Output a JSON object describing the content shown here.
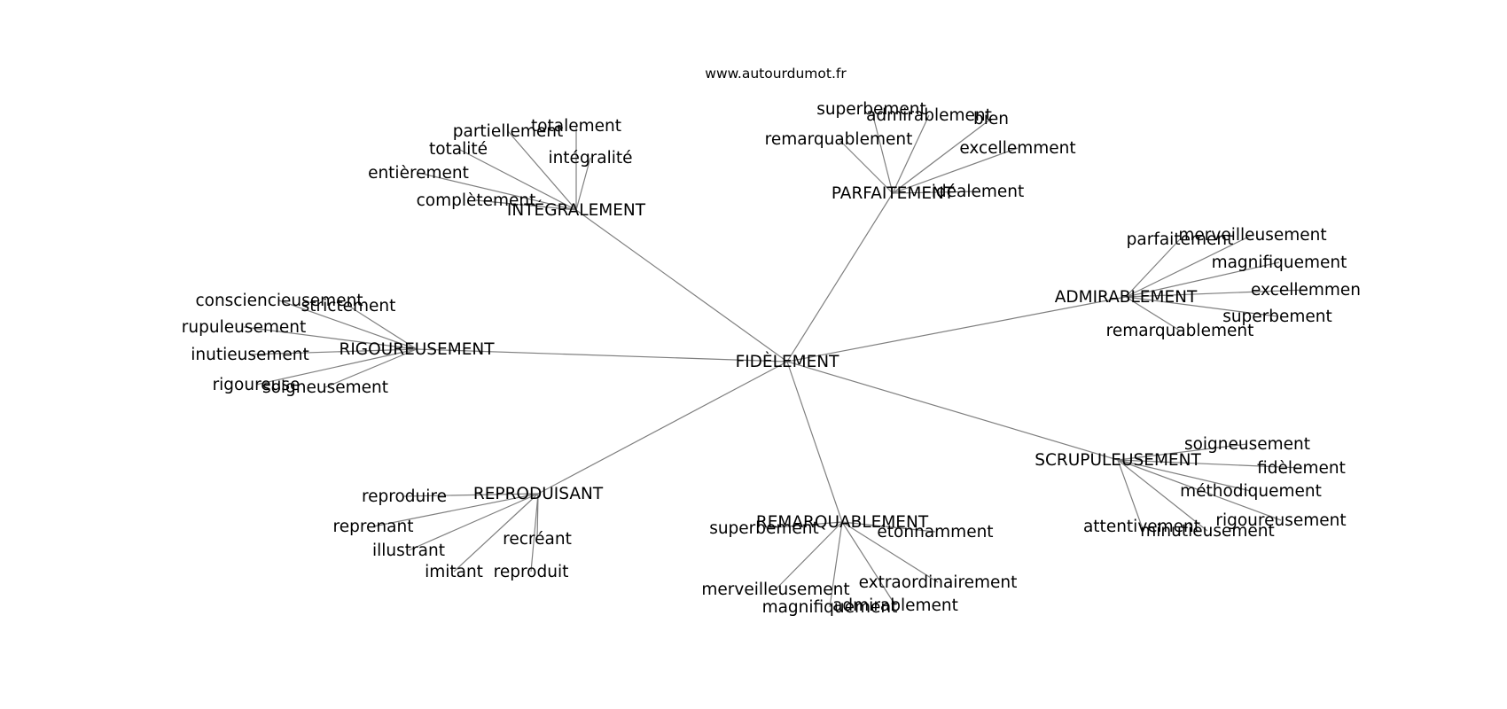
{
  "header": {
    "site": "www.autourdumot.fr"
  },
  "graph": {
    "center": "FIDÈLEMENT",
    "groups": [
      {
        "label": "INTÉGRALEMENT",
        "leaves": [
          "totalement",
          "partiellement",
          "totalité",
          "intégralité",
          "entièrement",
          "complètement"
        ]
      },
      {
        "label": "PARFAITEMENT",
        "leaves": [
          "superbement",
          "admirablement",
          "bien",
          "remarquablement",
          "excellemment",
          "idéalement"
        ]
      },
      {
        "label": "ADMIRABLEMENT",
        "leaves": [
          "parfaitement",
          "merveilleusement",
          "magnifiquement",
          "excellemmen",
          "superbement",
          "remarquablement"
        ]
      },
      {
        "label": "SCRUPULEUSEMENT",
        "leaves": [
          "soigneusement",
          "fidèlement",
          "méthodiquement",
          "rigoureusement",
          "attentivement",
          "minutieusement"
        ]
      },
      {
        "label": "REMARQUABLEMENT",
        "leaves": [
          "superbement",
          "étonnamment",
          "extraordinairement",
          "merveilleusement",
          "magnifiquement",
          "admirablement"
        ]
      },
      {
        "label": "REPRODUISANT",
        "leaves": [
          "reproduire",
          "reprenant",
          "illustrant",
          "recréant",
          "imitant",
          "reproduit"
        ]
      },
      {
        "label": "RIGOUREUSEMENT",
        "leaves": [
          "consciencieusement",
          "strictement",
          "rupuleusement",
          "inutieusement",
          "rigoureuse",
          "soigneusement"
        ]
      }
    ]
  }
}
